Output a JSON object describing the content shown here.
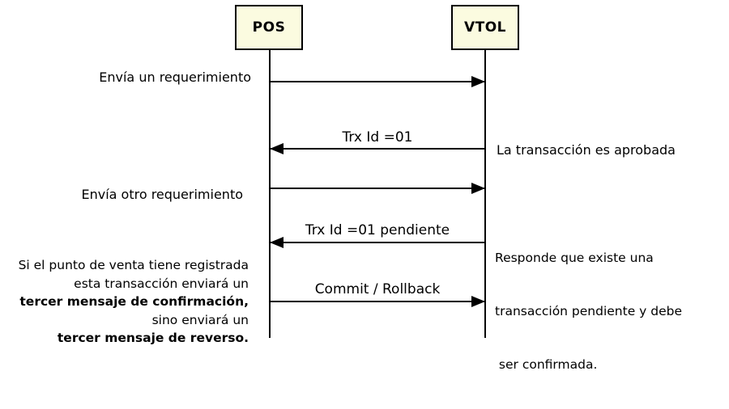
{
  "actors": [
    {
      "name": "POS"
    },
    {
      "name": "VTOL"
    }
  ],
  "messages": [
    {
      "label": "Envía un requerimiento",
      "from": "POS",
      "to": "VTOL",
      "direction": "right"
    },
    {
      "label": "Trx Id =01",
      "from": "VTOL",
      "to": "POS",
      "direction": "left"
    },
    {
      "label": "Envía otro requerimiento",
      "from": "POS",
      "to": "VTOL",
      "direction": "right"
    },
    {
      "label": "Trx Id =01 pendiente",
      "from": "VTOL",
      "to": "POS",
      "direction": "left"
    },
    {
      "label": "Commit / Rollback",
      "from": "POS",
      "to": "VTOL",
      "direction": "right"
    }
  ],
  "side_notes": {
    "approved": "La transacción es aprobada",
    "pending_lines": [
      "Responde que existe una",
      "transacción pendiente y debe",
      " ser confirmada."
    ]
  },
  "left_note": {
    "lines": [
      {
        "text": "Si el punto de venta tiene registrada",
        "bold": false
      },
      {
        "text": "esta transacción enviará un",
        "bold": false
      },
      {
        "text": "tercer mensaje de confirmación,",
        "bold": true
      },
      {
        "text": "sino enviará un",
        "bold": false
      },
      {
        "text": "tercer mensaje de reverso.",
        "bold": true
      }
    ]
  },
  "colors": {
    "actor_fill": "#FBFBE0",
    "line": "#000000",
    "text": "#000000",
    "background": "#FFFFFF"
  }
}
